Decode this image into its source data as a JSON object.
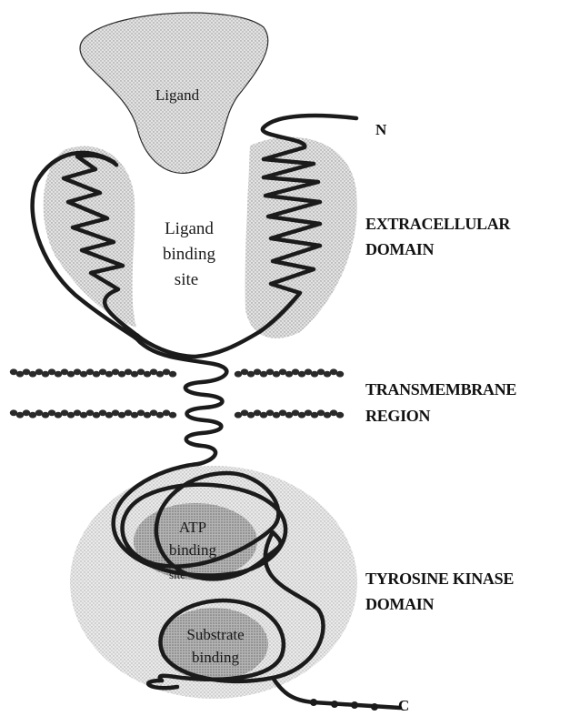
{
  "figure": {
    "inner_labels": {
      "ligand": "Ligand",
      "ligand_binding_site": [
        "Ligand",
        "binding",
        "site"
      ],
      "atp_binding_site": [
        "ATP",
        "binding",
        "site"
      ],
      "substrate_binding": [
        "Substrate",
        "binding"
      ]
    },
    "terminals": {
      "n_terminus": "N",
      "c_terminus": "C"
    },
    "regions": {
      "extracellular": [
        "EXTRACELLULAR",
        "DOMAIN"
      ],
      "transmembrane": [
        "TRANSMEMBRANE",
        "REGION"
      ],
      "kinase": [
        "TYROSINE KINASE",
        "DOMAIN"
      ]
    },
    "colors": {
      "stroke": "#1b1b1b",
      "ligand_fill": "#b9b9b9",
      "domain_fill": "#dcdcdc",
      "site_fill": "#a9a9a9",
      "membrane": "#2a2a2a"
    }
  }
}
